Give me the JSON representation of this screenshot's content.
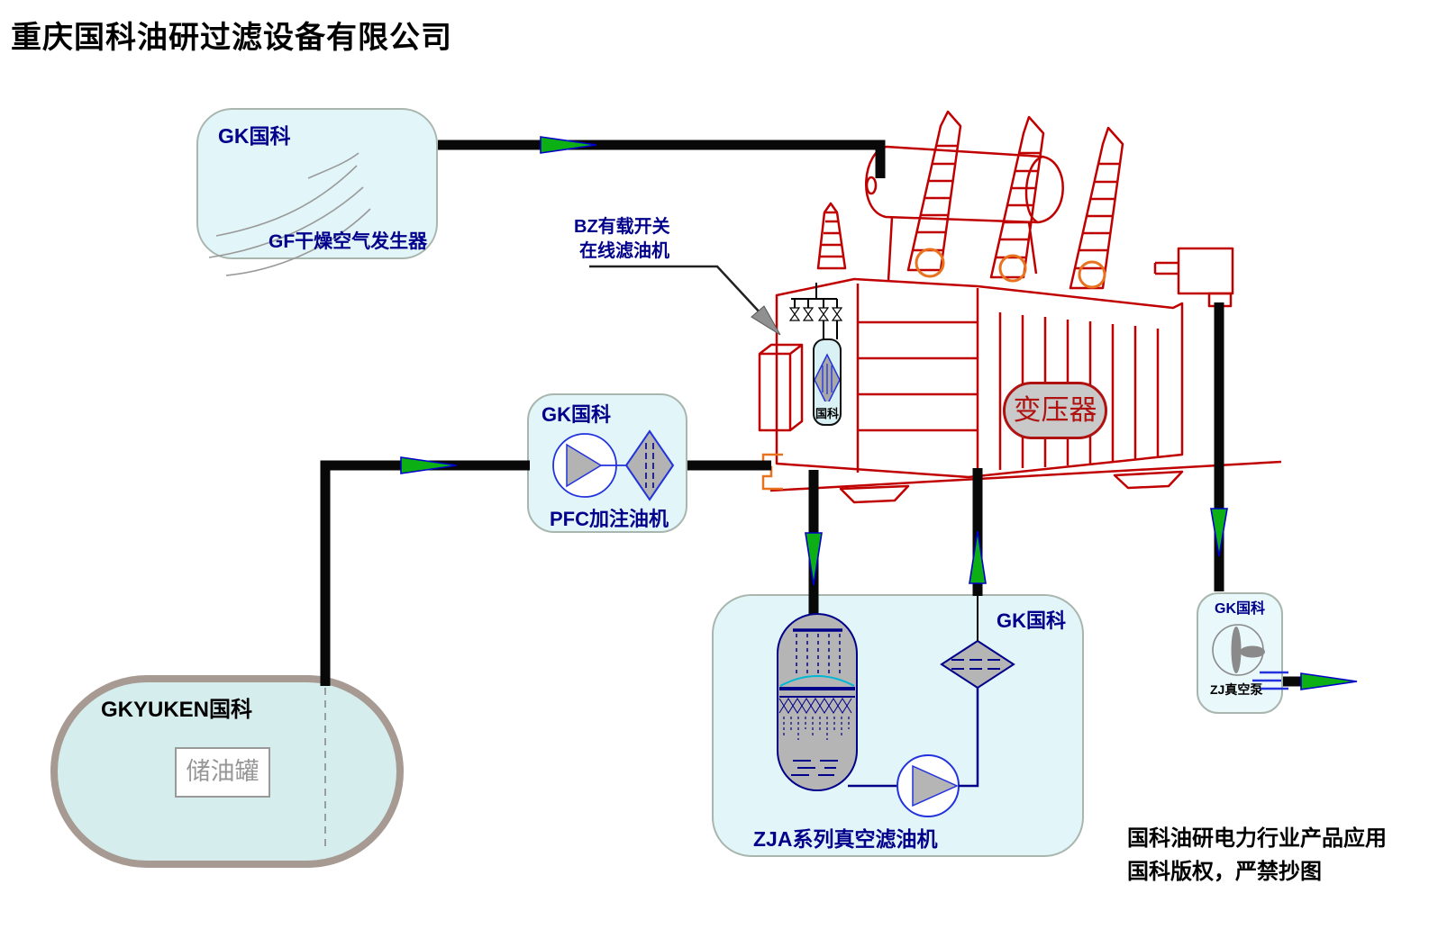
{
  "title": "重庆国科油研过滤设备有限公司",
  "gf": {
    "brand": "GK国科",
    "label": "GF干燥空气发生器"
  },
  "bz": {
    "line1": "BZ有载开关",
    "line2": "在线滤油机"
  },
  "pfc": {
    "brand": "GK国科",
    "label": "PFC加注油机"
  },
  "tank": {
    "brand": "GKYUKEN国科",
    "label": "储油罐"
  },
  "transformer": {
    "label": "变压器",
    "component_label": "国科"
  },
  "zja": {
    "brand": "GK国科",
    "label": "ZJA系列真空滤油机"
  },
  "zj": {
    "brand": "GK国科",
    "label": "ZJ真空泵"
  },
  "footer": {
    "line1": "国科油研电力行业产品应用",
    "line2": "国科版权，严禁抄图"
  },
  "colors": {
    "accent_navy": "#00008b",
    "diagram_red": "#c00000",
    "detail_orange": "#e8721e",
    "arrow_green": "#0cb014",
    "pipe_black": "#080808",
    "unit_box_fill": "#e2f5f9",
    "tank_fill": "#d5eded",
    "tank_border": "#a69a92",
    "gray_fill": "#b3b3b3"
  }
}
